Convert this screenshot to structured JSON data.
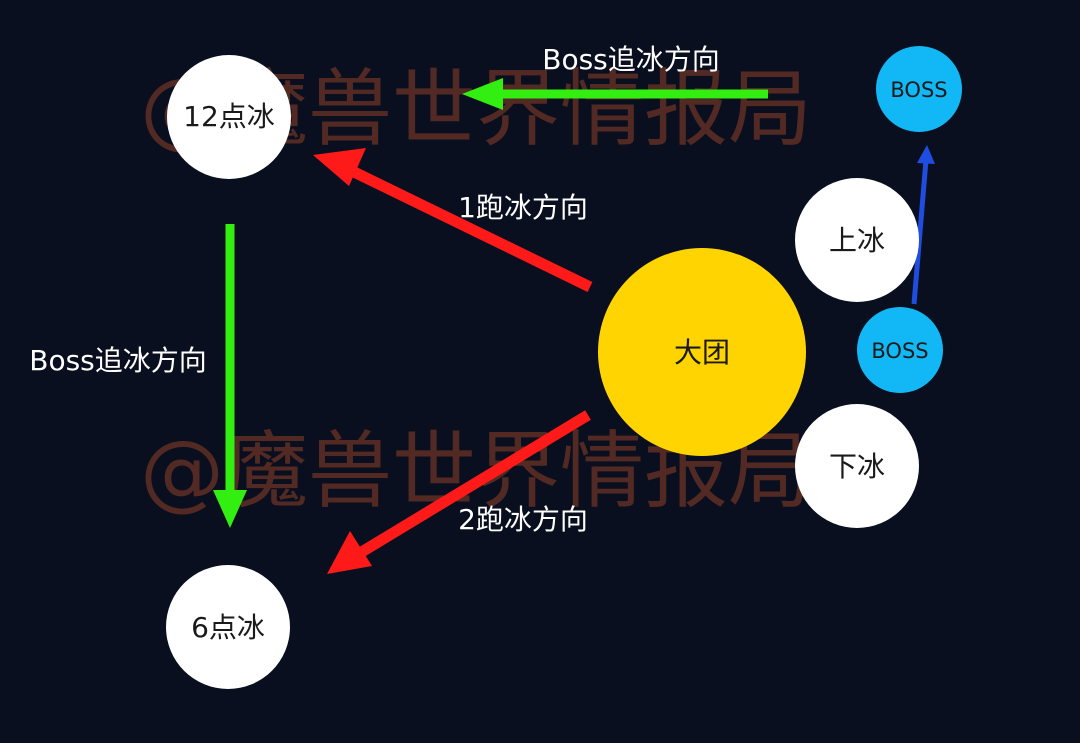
{
  "watermark": {
    "text": "@魔兽世界情报局",
    "color": "#5a2e24"
  },
  "nodes": {
    "ice_12": {
      "label": "12点冰",
      "color": "#ffffff"
    },
    "ice_6": {
      "label": "6点冰",
      "color": "#ffffff"
    },
    "ice_up": {
      "label": "上冰",
      "color": "#ffffff"
    },
    "ice_down": {
      "label": "下冰",
      "color": "#ffffff"
    },
    "group": {
      "label": "大团",
      "color": "#ffd400"
    },
    "boss_top": {
      "label": "BOSS",
      "color": "#12b8f5"
    },
    "boss_mid": {
      "label": "BOSS",
      "color": "#12b8f5"
    }
  },
  "arrows": {
    "boss_chase_top": {
      "label": "Boss追冰方向",
      "color": "#33ee11"
    },
    "boss_chase_left": {
      "label": "Boss追冰方向",
      "color": "#33ee11"
    },
    "run_1": {
      "label": "1跑冰方向",
      "color": "#ff1a1a"
    },
    "run_2": {
      "label": "2跑冰方向",
      "color": "#ff1a1a"
    },
    "boss_move": {
      "color": "#1f4de0"
    }
  },
  "text_color": "#ffffff"
}
